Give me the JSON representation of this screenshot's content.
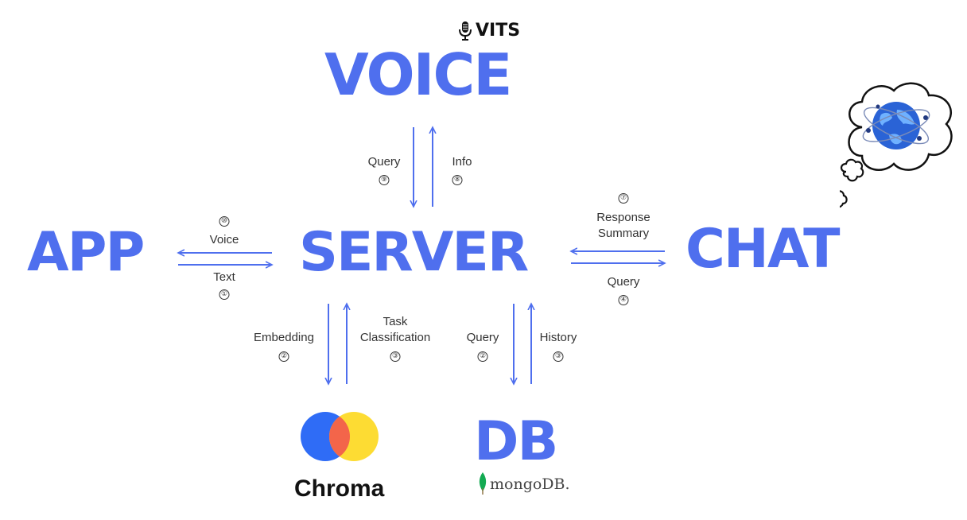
{
  "nodes": {
    "voice": "VOICE",
    "app": "APP",
    "server": "SERVER",
    "chat": "CHAT",
    "db": "DB"
  },
  "logos": {
    "vits": "VITS",
    "chroma": "Chroma",
    "mongodb": "mongoDB."
  },
  "edges": {
    "voice_query": {
      "label": "Query",
      "step": "⑨"
    },
    "voice_info": {
      "label": "Info",
      "step": "⑧"
    },
    "app_voice": {
      "label": "Voice",
      "step": "⑩"
    },
    "app_text": {
      "label": "Text",
      "step": "①"
    },
    "chat_response": {
      "label_line1": "Response",
      "label_line2": "Summary",
      "step": "⑦"
    },
    "chat_query": {
      "label": "Query",
      "step": "④"
    },
    "chroma_embedding": {
      "label": "Embedding",
      "step": "②"
    },
    "chroma_task": {
      "label_line1": "Task",
      "label_line2": "Classification",
      "step": "③"
    },
    "db_query": {
      "label": "Query",
      "step": "②"
    },
    "db_history": {
      "label": "History",
      "step": "③"
    }
  },
  "colors": {
    "accent": "#4f6fee",
    "chroma_blue": "#2f6cf6",
    "chroma_red": "#f3654a",
    "chroma_yellow": "#fddc33",
    "mongo_green": "#13aa52"
  },
  "icons": [
    "microphone-icon",
    "globe-icon",
    "thought-cloud-icon",
    "chroma-logo-icon",
    "mongodb-leaf-icon"
  ]
}
